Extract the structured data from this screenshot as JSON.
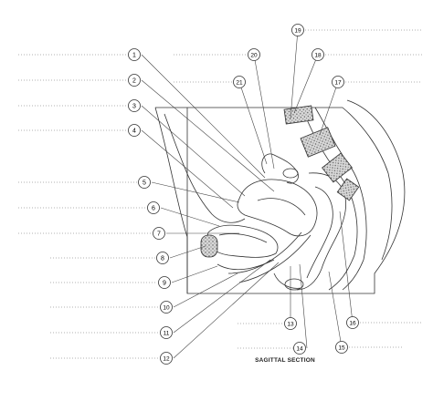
{
  "caption": "SAGITTAL SECTION",
  "labels": [
    "1",
    "2",
    "3",
    "4",
    "5",
    "6",
    "7",
    "8",
    "9",
    "10",
    "11",
    "12",
    "13",
    "14",
    "15",
    "16",
    "17",
    "18",
    "19",
    "20",
    "21"
  ]
}
